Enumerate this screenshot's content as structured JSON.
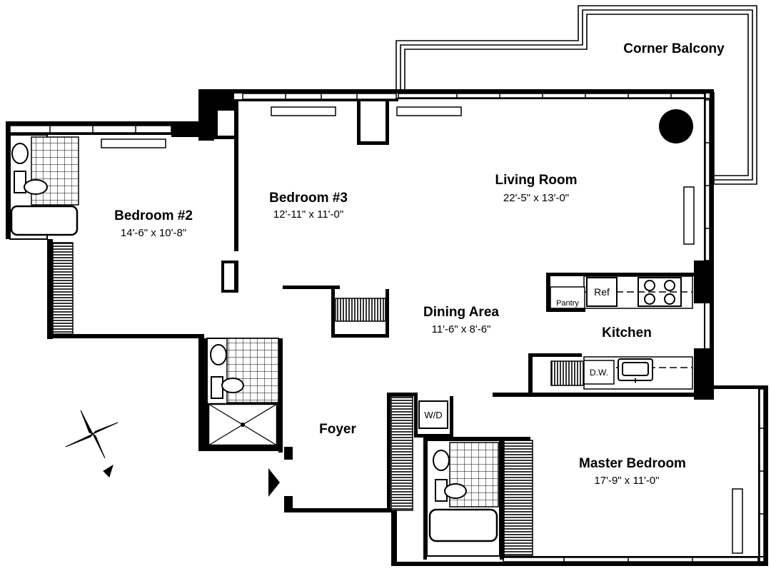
{
  "rooms": {
    "corner_balcony": {
      "name": "Corner Balcony"
    },
    "living_room": {
      "name": "Living Room",
      "dims": "22'-5\" x 13'-0\""
    },
    "bedroom3": {
      "name": "Bedroom #3",
      "dims": "12'-11\" x 11'-0\""
    },
    "bedroom2": {
      "name": "Bedroom #2",
      "dims": "14'-6\" x 10'-8\""
    },
    "dining_area": {
      "name": "Dining Area",
      "dims": "11'-6\" x 8'-6\""
    },
    "kitchen": {
      "name": "Kitchen"
    },
    "foyer": {
      "name": "Foyer"
    },
    "master_bedroom": {
      "name": "Master Bedroom",
      "dims": "17'-9\" x 11'-0\""
    }
  },
  "fixtures": {
    "pantry": "Pantry",
    "refrigerator": "Ref",
    "dishwasher": "D.W.",
    "washer_dryer": "W/D"
  },
  "colors": {
    "wall": "#000000",
    "background": "#ffffff"
  }
}
